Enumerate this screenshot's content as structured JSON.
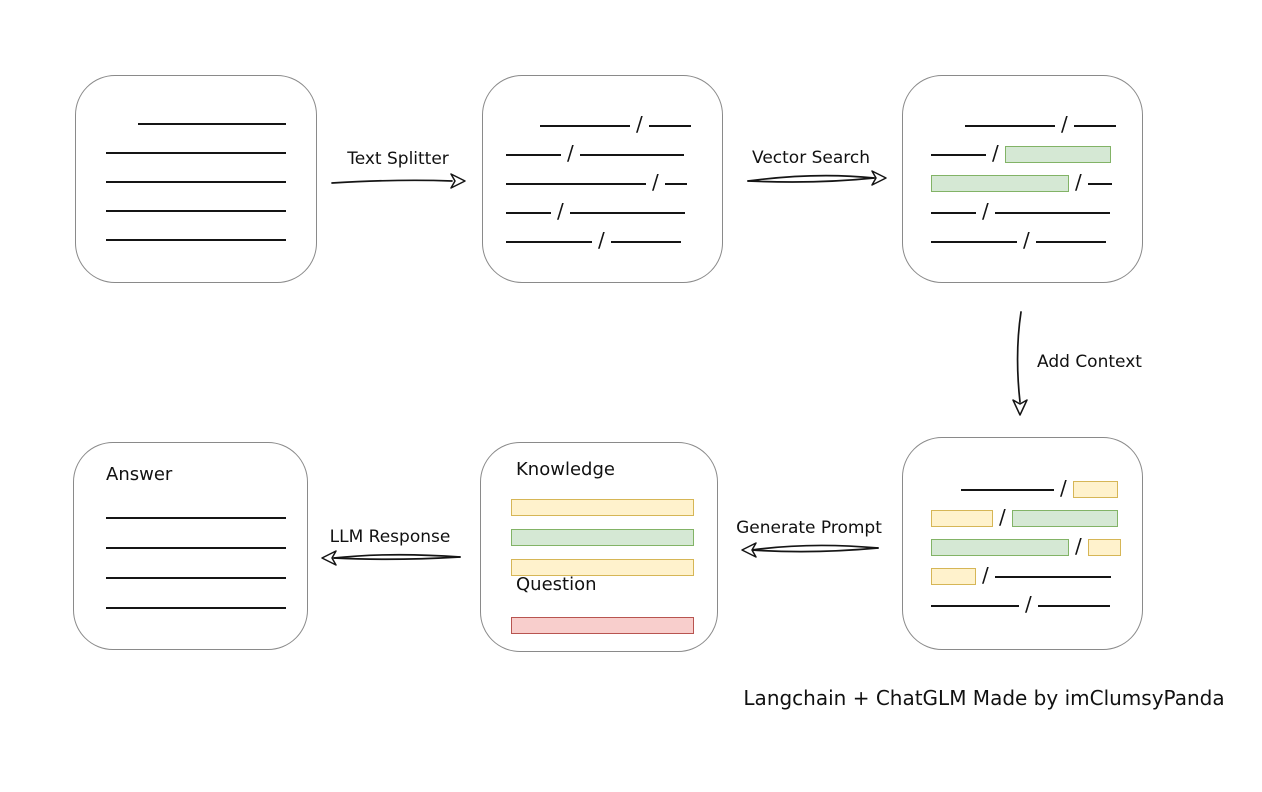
{
  "palette": {
    "line": "#151515",
    "box_border": "#8a8a8a",
    "green_fill": "#d5e8d4",
    "green_border": "#82b366",
    "yellow_fill": "#fff2cc",
    "yellow_border": "#d6b656",
    "red_fill": "#f8cecc",
    "red_border": "#b85450"
  },
  "labels": {
    "text_splitter": "Text Splitter",
    "vector_search": "Vector Search",
    "add_context": "Add Context",
    "generate_prompt": "Generate Prompt",
    "llm_response": "LLM Response",
    "knowledge": "Knowledge",
    "question": "Question",
    "answer": "Answer"
  },
  "caption": "Langchain + ChatGLM Made by imClumsyPanda",
  "boxes": {
    "document": {
      "rows": [
        {
          "segments": [
            {
              "t": "space",
              "w": 32
            },
            {
              "t": "line",
              "w": 148
            }
          ]
        },
        {
          "segments": [
            {
              "t": "line",
              "w": 180
            }
          ]
        },
        {
          "segments": [
            {
              "t": "line",
              "w": 180
            }
          ]
        },
        {
          "segments": [
            {
              "t": "line",
              "w": 180
            }
          ]
        },
        {
          "segments": [
            {
              "t": "line",
              "w": 180
            }
          ]
        }
      ]
    },
    "chunks": {
      "rows": [
        {
          "segments": [
            {
              "t": "space",
              "w": 34
            },
            {
              "t": "line",
              "w": 90
            },
            {
              "t": "slash"
            },
            {
              "t": "line",
              "w": 42
            }
          ]
        },
        {
          "segments": [
            {
              "t": "line",
              "w": 55
            },
            {
              "t": "slash"
            },
            {
              "t": "line",
              "w": 104
            }
          ]
        },
        {
          "segments": [
            {
              "t": "line",
              "w": 140
            },
            {
              "t": "slash"
            },
            {
              "t": "line",
              "w": 22
            }
          ]
        },
        {
          "segments": [
            {
              "t": "line",
              "w": 45
            },
            {
              "t": "slash"
            },
            {
              "t": "line",
              "w": 115
            }
          ]
        },
        {
          "segments": [
            {
              "t": "line",
              "w": 86
            },
            {
              "t": "slash"
            },
            {
              "t": "line",
              "w": 70
            }
          ]
        }
      ]
    },
    "matched_chunks": {
      "rows": [
        {
          "segments": [
            {
              "t": "space",
              "w": 34
            },
            {
              "t": "line",
              "w": 90
            },
            {
              "t": "slash"
            },
            {
              "t": "line",
              "w": 42
            }
          ]
        },
        {
          "segments": [
            {
              "t": "line",
              "w": 55
            },
            {
              "t": "slash"
            },
            {
              "t": "green",
              "w": 106
            }
          ]
        },
        {
          "segments": [
            {
              "t": "green",
              "w": 138
            },
            {
              "t": "slash"
            },
            {
              "t": "line",
              "w": 24
            }
          ]
        },
        {
          "segments": [
            {
              "t": "line",
              "w": 45
            },
            {
              "t": "slash"
            },
            {
              "t": "line",
              "w": 115
            }
          ]
        },
        {
          "segments": [
            {
              "t": "line",
              "w": 86
            },
            {
              "t": "slash"
            },
            {
              "t": "line",
              "w": 70
            }
          ]
        }
      ]
    },
    "context": {
      "rows": [
        {
          "segments": [
            {
              "t": "space",
              "w": 30
            },
            {
              "t": "line",
              "w": 93
            },
            {
              "t": "slash"
            },
            {
              "t": "yellow",
              "w": 45
            }
          ]
        },
        {
          "segments": [
            {
              "t": "yellow",
              "w": 62
            },
            {
              "t": "slash"
            },
            {
              "t": "green",
              "w": 106
            }
          ]
        },
        {
          "segments": [
            {
              "t": "green",
              "w": 138
            },
            {
              "t": "slash"
            },
            {
              "t": "yellow",
              "w": 33
            }
          ]
        },
        {
          "segments": [
            {
              "t": "yellow",
              "w": 45
            },
            {
              "t": "slash"
            },
            {
              "t": "line",
              "w": 116
            }
          ]
        },
        {
          "segments": [
            {
              "t": "line",
              "w": 88
            },
            {
              "t": "slash"
            },
            {
              "t": "line",
              "w": 72
            }
          ]
        }
      ]
    },
    "prompt": {
      "knowledge_rows": [
        {
          "segments": [
            {
              "t": "yellow",
              "w": 183
            }
          ]
        },
        {
          "segments": [
            {
              "t": "green",
              "w": 183
            }
          ]
        },
        {
          "segments": [
            {
              "t": "yellow",
              "w": 183
            }
          ]
        }
      ],
      "question_rows": [
        {
          "segments": [
            {
              "t": "red",
              "w": 183
            }
          ]
        }
      ]
    },
    "answer": {
      "rows": [
        {
          "segments": [
            {
              "t": "line",
              "w": 180
            }
          ]
        },
        {
          "segments": [
            {
              "t": "line",
              "w": 180
            }
          ]
        },
        {
          "segments": [
            {
              "t": "line",
              "w": 180
            }
          ]
        },
        {
          "segments": [
            {
              "t": "line",
              "w": 180
            }
          ]
        }
      ]
    }
  }
}
